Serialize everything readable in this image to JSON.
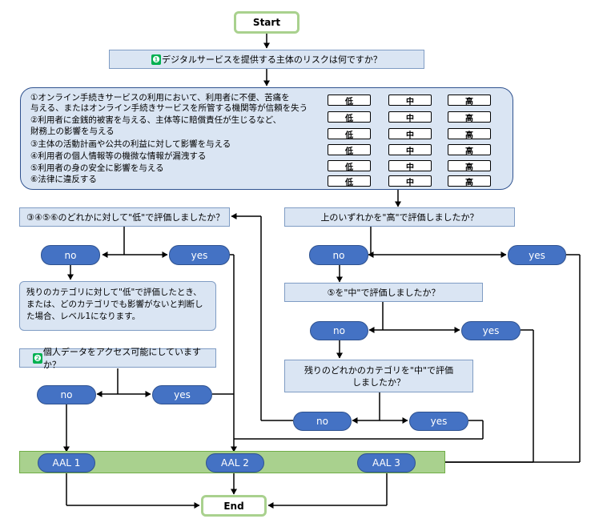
{
  "start": "Start",
  "end": "End",
  "q1": {
    "num": "❶",
    "text": "デジタルサービスを提供する主体のリスクは何ですか？"
  },
  "risks": [
    "①オンライン手続きサービスの利用において、利用者に不便、苦痛を",
    "与える、またはオンライン手続きサービスを所管する機関等が信頼を失う",
    "②利用者に金銭的被害を与える、主体等に賠償責任が生じるなど、",
    "財務上の影響を与える",
    "③主体の活動計画や公共の利益に対して影響を与える",
    "④利用者の個人情報等の機微な情報が漏洩する",
    "⑤利用者の身の安全に影響を与える",
    "⑥法律に違反する"
  ],
  "ratings": {
    "low": "低",
    "mid": "中",
    "high": "高"
  },
  "q_low": "③④⑤⑥のどれかに対して\"低\"で評価しましたか？",
  "q_high": "上のいずれかを\"高\"で評価しましたか？",
  "q_mid5": "⑤を\"中\"で評価しましたか？",
  "q_mid_other": "残りのどれかのカテゴリを\"中\"で評価しましたか？",
  "note_level1": "残りのカテゴリに対して\"低\"で評価したとき、または、どのカテゴリでも影響がないと判断した場合、レベル1になります。",
  "q2": {
    "num": "❷",
    "text": "個人データをアクセス可能にしていますか？"
  },
  "no": "no",
  "yes": "yes",
  "aal1": "AAL 1",
  "aal2": "AAL 2",
  "aal3": "AAL 3"
}
